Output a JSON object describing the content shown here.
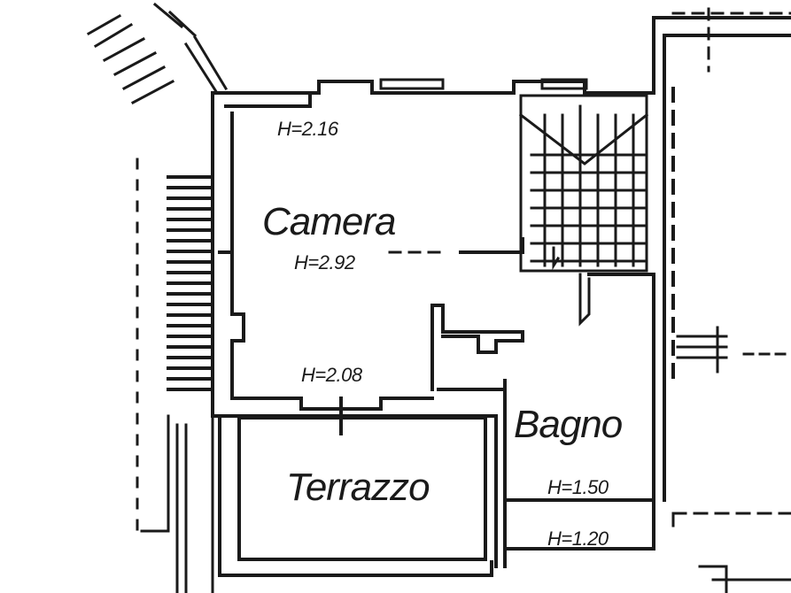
{
  "rooms": {
    "camera": "Camera",
    "bagno": "Bagno",
    "terrazzo": "Terrazzo"
  },
  "heights": {
    "camera_corner": "H=2.16",
    "camera_center": "H=2.92",
    "camera_bottom": "H=2.08",
    "bagno_upper": "H=1.50",
    "bagno_lower": "H=1.20"
  },
  "colors": {
    "ink": "#1a1a1a",
    "paper": "#ffffff"
  }
}
